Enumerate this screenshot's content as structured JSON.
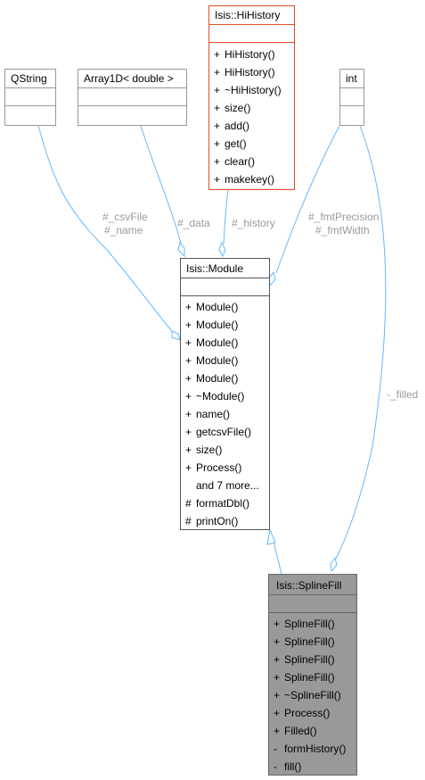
{
  "nodes": {
    "qstring": {
      "title": "QString"
    },
    "array1d": {
      "title": "Array1D< double >"
    },
    "int_type": {
      "title": "int"
    },
    "hihistory": {
      "title": "Isis::HiHistory",
      "methods": [
        {
          "vis": "+",
          "name": "HiHistory()"
        },
        {
          "vis": "+",
          "name": "HiHistory()"
        },
        {
          "vis": "+",
          "name": "~HiHistory()"
        },
        {
          "vis": "+",
          "name": "size()"
        },
        {
          "vis": "+",
          "name": "add()"
        },
        {
          "vis": "+",
          "name": "get()"
        },
        {
          "vis": "+",
          "name": "clear()"
        },
        {
          "vis": "+",
          "name": "makekey()"
        }
      ]
    },
    "module": {
      "title": "Isis::Module",
      "methods": [
        {
          "vis": "+",
          "name": "Module()"
        },
        {
          "vis": "+",
          "name": "Module()"
        },
        {
          "vis": "+",
          "name": "Module()"
        },
        {
          "vis": "+",
          "name": "Module()"
        },
        {
          "vis": "+",
          "name": "Module()"
        },
        {
          "vis": "+",
          "name": "~Module()"
        },
        {
          "vis": "+",
          "name": "name()"
        },
        {
          "vis": "+",
          "name": "getcsvFile()"
        },
        {
          "vis": "+",
          "name": "size()"
        },
        {
          "vis": "+",
          "name": "Process()"
        }
      ],
      "more": "and 7 more...",
      "protected": [
        {
          "vis": "#",
          "name": "formatDbl()"
        },
        {
          "vis": "#",
          "name": "printOn()"
        }
      ]
    },
    "splinefill": {
      "title": "Isis::SplineFill",
      "methods": [
        {
          "vis": "+",
          "name": "SplineFill()"
        },
        {
          "vis": "+",
          "name": "SplineFill()"
        },
        {
          "vis": "+",
          "name": "SplineFill()"
        },
        {
          "vis": "+",
          "name": "SplineFill()"
        },
        {
          "vis": "+",
          "name": "~SplineFill()"
        },
        {
          "vis": "+",
          "name": "Process()"
        },
        {
          "vis": "+",
          "name": "Filled()"
        },
        {
          "vis": "-",
          "name": "formHistory()"
        },
        {
          "vis": "-",
          "name": "fill()"
        }
      ]
    }
  },
  "edge_labels": {
    "csvfile": "#_csvFile",
    "name": "#_name",
    "data": "#_data",
    "history": "#_history",
    "fmtprecision": "#_fmtPrecision",
    "fmtwidth": "#_fmtWidth",
    "filled": "-_filled"
  },
  "colors": {
    "edge": "#63b8ff",
    "hihistory_border": "#e2501f",
    "focus_fill": "#999999",
    "label": "#9a9a9a"
  }
}
